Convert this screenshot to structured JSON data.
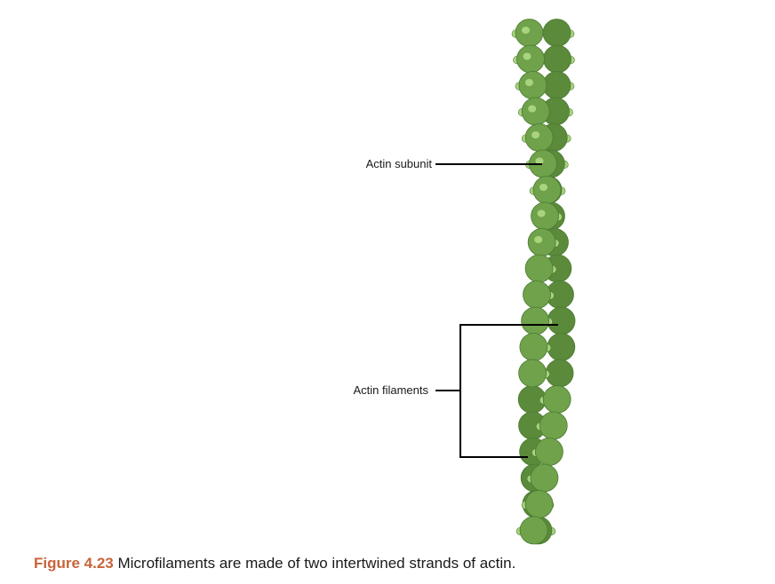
{
  "labels": {
    "actin_subunit": "Actin subunit",
    "actin_filaments": "Actin filaments"
  },
  "caption": {
    "figure_number": "Figure 4.23",
    "text": " Microfilaments are made of two intertwined strands of actin."
  },
  "colors": {
    "subunit_front": "#6fa24b",
    "subunit_back": "#5a8a3a",
    "subunit_stroke": "#4b7a31",
    "highlight": "#a9d47d",
    "leader_line": "#000000",
    "caption_number": "#c8643a"
  }
}
